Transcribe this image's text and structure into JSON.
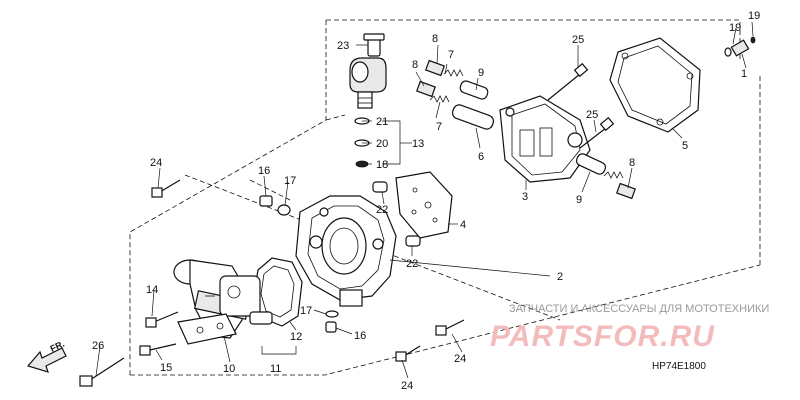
{
  "callouts": [
    {
      "id": "c1",
      "text": "1"
    },
    {
      "id": "c2",
      "text": "2"
    },
    {
      "id": "c3",
      "text": "3"
    },
    {
      "id": "c4",
      "text": "4"
    },
    {
      "id": "c5",
      "text": "5"
    },
    {
      "id": "c6",
      "text": "6"
    },
    {
      "id": "c7a",
      "text": "7"
    },
    {
      "id": "c7b",
      "text": "7"
    },
    {
      "id": "c8a",
      "text": "8"
    },
    {
      "id": "c8b",
      "text": "8"
    },
    {
      "id": "c8c",
      "text": "8"
    },
    {
      "id": "c9a",
      "text": "9"
    },
    {
      "id": "c9b",
      "text": "9"
    },
    {
      "id": "c10",
      "text": "10"
    },
    {
      "id": "c11",
      "text": "11"
    },
    {
      "id": "c12",
      "text": "12"
    },
    {
      "id": "c13",
      "text": "13"
    },
    {
      "id": "c14",
      "text": "14"
    },
    {
      "id": "c15",
      "text": "15"
    },
    {
      "id": "c16a",
      "text": "16"
    },
    {
      "id": "c16b",
      "text": "16"
    },
    {
      "id": "c17a",
      "text": "17"
    },
    {
      "id": "c17b",
      "text": "17"
    },
    {
      "id": "c18",
      "text": "18"
    },
    {
      "id": "c19a",
      "text": "19"
    },
    {
      "id": "c19b",
      "text": "19"
    },
    {
      "id": "c20",
      "text": "20"
    },
    {
      "id": "c21",
      "text": "21"
    },
    {
      "id": "c22a",
      "text": "22"
    },
    {
      "id": "c22b",
      "text": "22"
    },
    {
      "id": "c23",
      "text": "23"
    },
    {
      "id": "c24a",
      "text": "24"
    },
    {
      "id": "c24b",
      "text": "24"
    },
    {
      "id": "c24c",
      "text": "24"
    },
    {
      "id": "c25a",
      "text": "25"
    },
    {
      "id": "c25b",
      "text": "25"
    },
    {
      "id": "c26",
      "text": "26"
    }
  ],
  "watermark": {
    "line1": "ЗАПЧАСТИ И АКСЕССУАРЫ ДЛЯ МОТОТЕХНИКИ",
    "line2": "PARTSFOR.RU"
  },
  "direction_label": "FR.",
  "diagram_code": "HP74E1800"
}
